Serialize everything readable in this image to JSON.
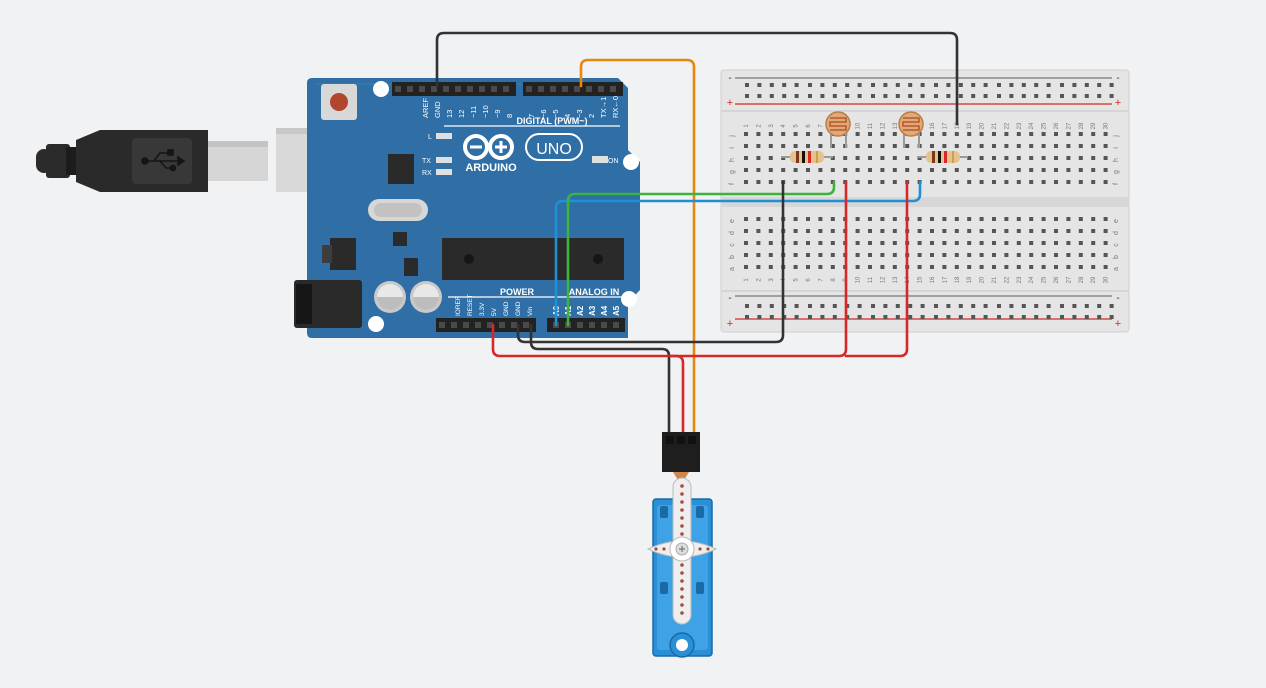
{
  "canvas": {
    "background": "#f0f2f4"
  },
  "arduino": {
    "board_color": "#2f6fa6",
    "brand": "ARDUINO",
    "model": "UNO",
    "on_label": "ON",
    "l_label": "L",
    "tx_label": "TX",
    "rx_label": "RX",
    "digital_header": "DIGITAL (PWM~)",
    "power_header": "POWER",
    "analog_header": "ANALOG IN",
    "digital_pins": [
      "AREF",
      "GND",
      "13",
      "12",
      "~11",
      "~10",
      "~9",
      "8",
      "7",
      "~6",
      "~5",
      "4",
      "~3",
      "2",
      "TX→1",
      "RX←0"
    ],
    "power_pins": [
      "IOREF",
      "RESET",
      "3.3V",
      "5V",
      "GND",
      "GND",
      "Vin"
    ],
    "analog_pins": [
      "A0",
      "A1",
      "A2",
      "A3",
      "A4",
      "A5"
    ]
  },
  "usb": {
    "cable_color": "#222222"
  },
  "breadboard": {
    "color": "#e5e5e5",
    "rail_plus": "+",
    "rail_minus": "-",
    "rows_top": [
      "j",
      "i",
      "h",
      "g",
      "f"
    ],
    "rows_bottom": [
      "e",
      "d",
      "c",
      "b",
      "a"
    ],
    "columns": [
      "1",
      "2",
      "3",
      "4",
      "5",
      "6",
      "7",
      "8",
      "9",
      "10",
      "11",
      "12",
      "13",
      "14",
      "15",
      "16",
      "17",
      "18",
      "19",
      "20",
      "21",
      "22",
      "23",
      "24",
      "25",
      "26",
      "27",
      "28",
      "29",
      "30"
    ]
  },
  "components": [
    {
      "type": "photoresistor",
      "name": "LDR 1"
    },
    {
      "type": "photoresistor",
      "name": "LDR 2"
    },
    {
      "type": "resistor",
      "name": "Resistor 1"
    },
    {
      "type": "resistor",
      "name": "Resistor 2"
    },
    {
      "type": "servo",
      "name": "Micro Servo",
      "color": "#2a8fd6"
    }
  ],
  "wire_colors": {
    "gnd": "#333333",
    "signal_servo": "#e8860d",
    "power": "#d62828",
    "analog_a0": "#1f8fd6",
    "analog_a1": "#3db23d"
  }
}
